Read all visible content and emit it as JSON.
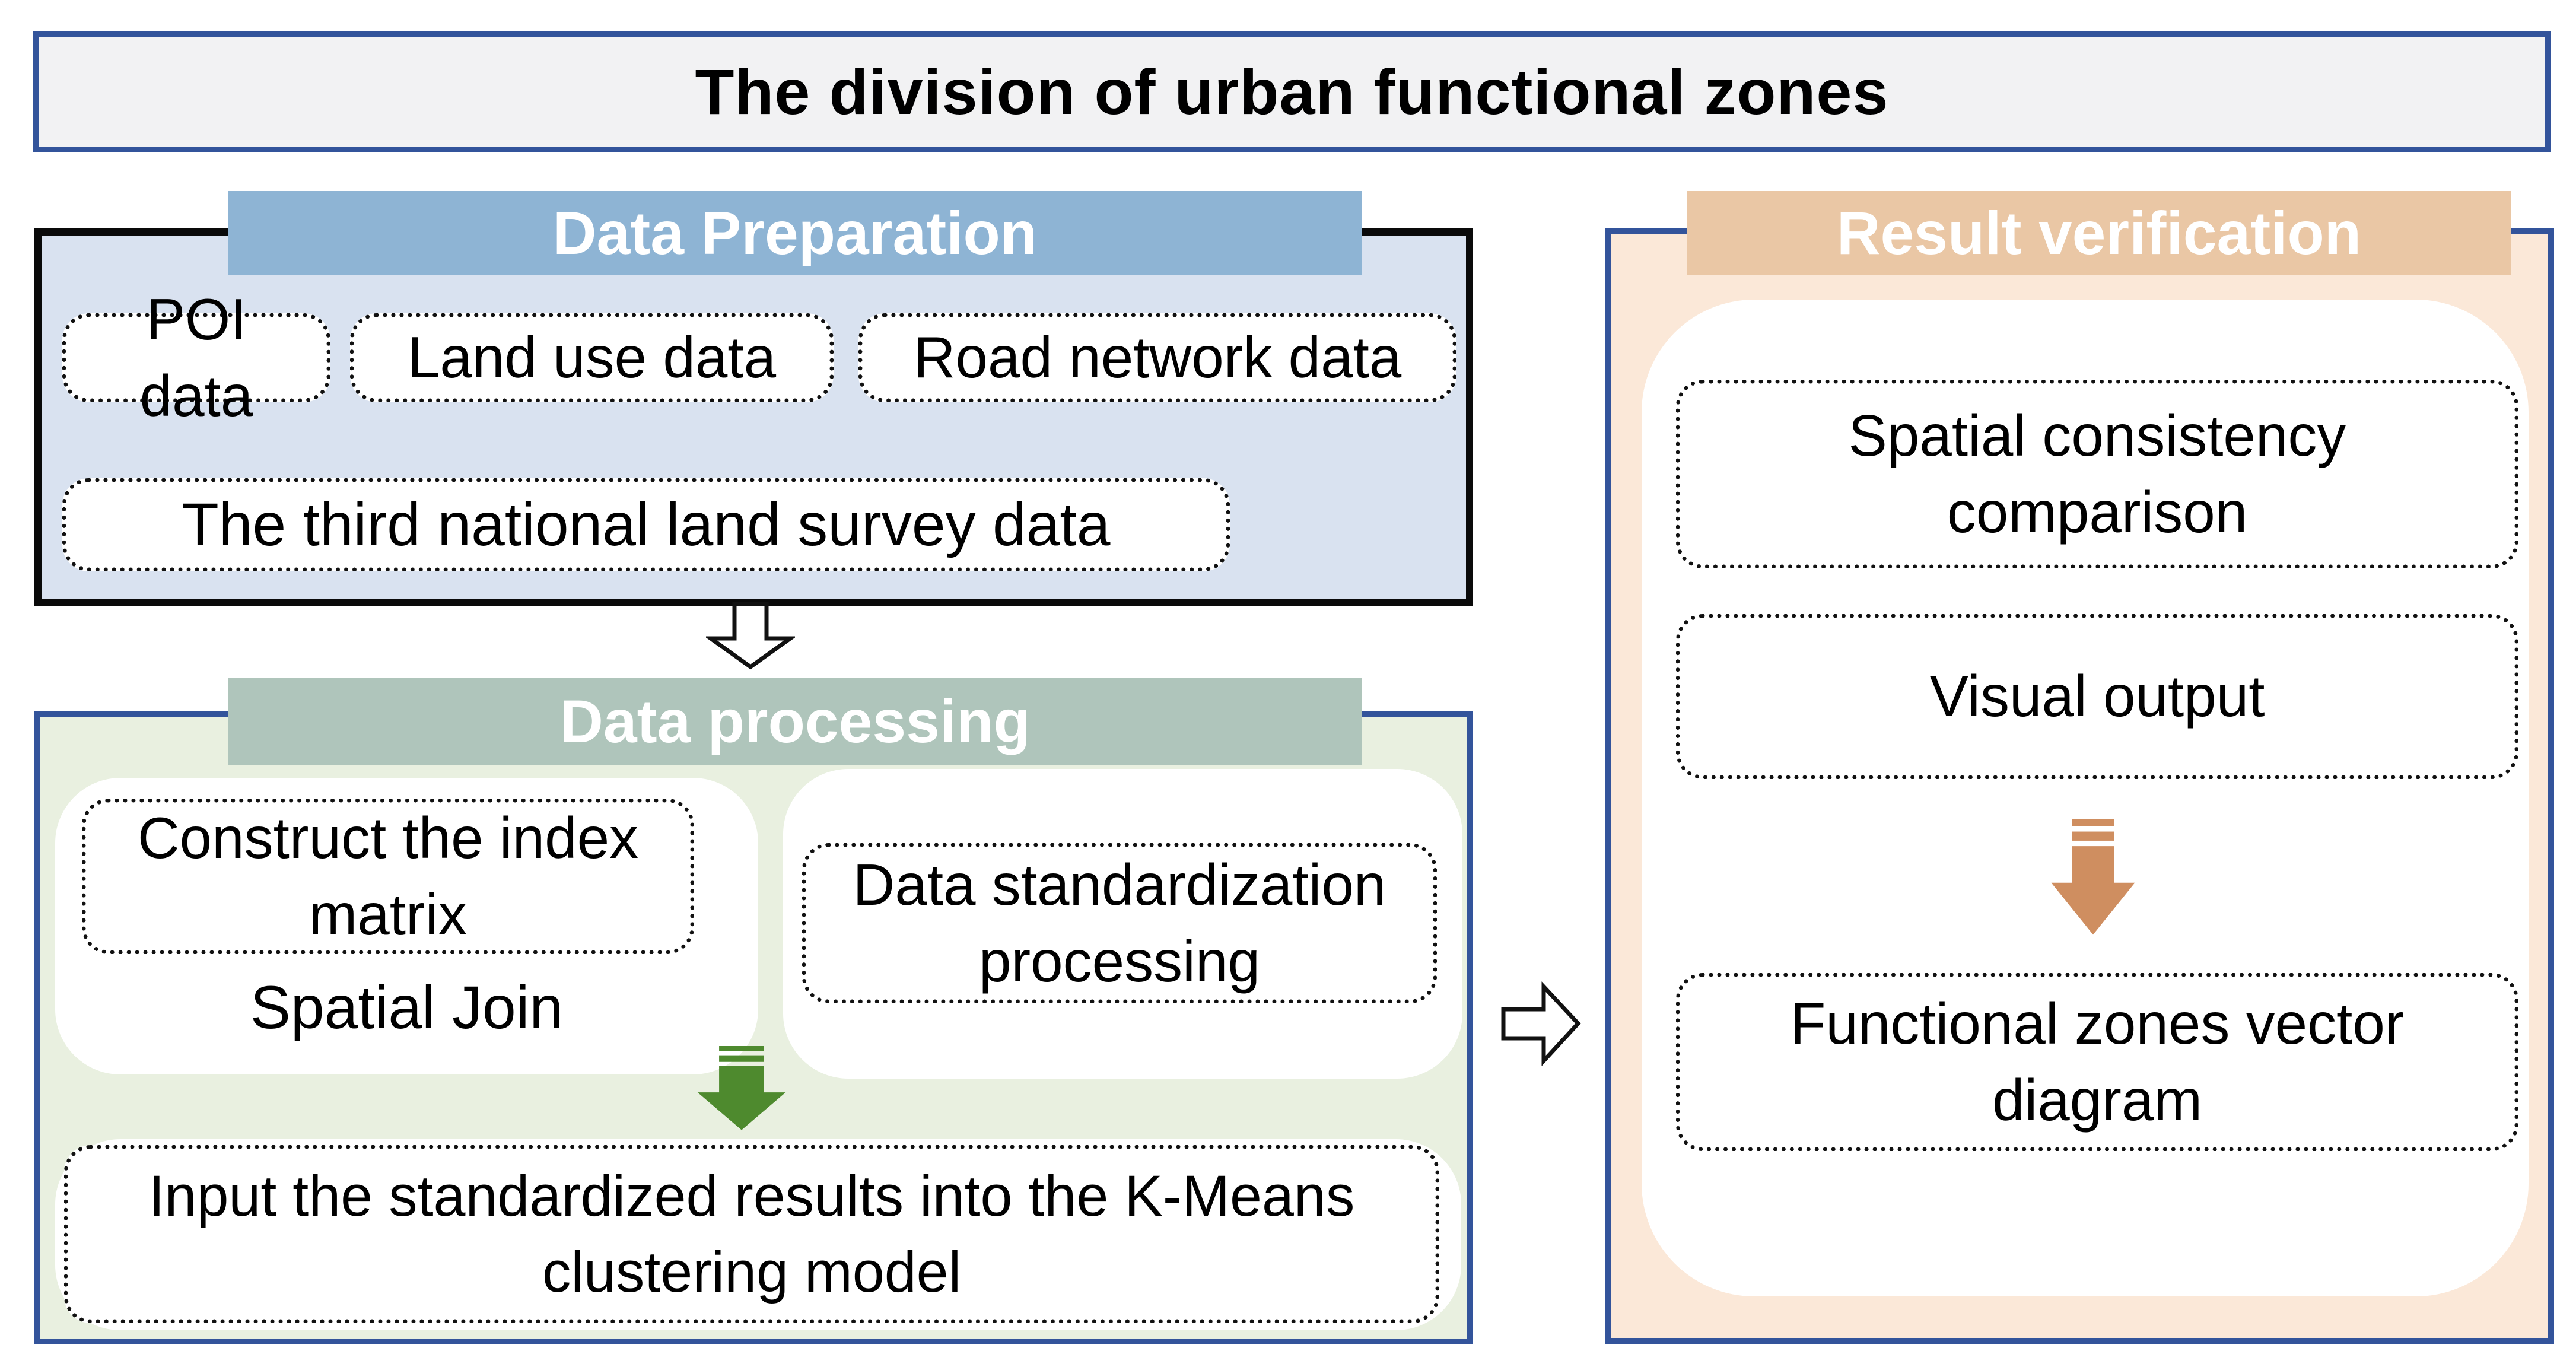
{
  "title": "The division of urban functional zones",
  "data_preparation": {
    "header": "Data Preparation",
    "items": [
      "POI data",
      "Land use data",
      "Road network data"
    ],
    "wide_item": "The third national land survey data"
  },
  "data_processing": {
    "header": "Data processing",
    "index_matrix": "Construct the index matrix",
    "spatial_join": "Spatial Join",
    "standardization": "Data standardization processing",
    "kmeans": "Input the standardized results into the K-Means clustering model"
  },
  "result_verification": {
    "header": "Result verification",
    "spatial_consistency": "Spatial consistency comparison",
    "visual_output": "Visual output",
    "functional_zones": "Functional zones vector diagram"
  },
  "icons": {
    "down_arrow": "hollow-down-arrow",
    "right_arrow": "hollow-right-arrow",
    "green_arrow": "striped-down-arrow",
    "tan_arrow": "striped-down-arrow"
  },
  "colors": {
    "border_blue": "#33549B",
    "border_black": "#0A0A0A",
    "title_bg": "#F2F2F3",
    "prep_header_bg": "#8EB4D4",
    "prep_box_bg": "#D9E2F0",
    "proc_header_bg": "#AFC5BB",
    "proc_box_bg": "#E9F0E0",
    "verif_header_bg": "#EAC7A5",
    "verif_box_bg": "#FBE8D8",
    "green_arrow": "#4E8A2E",
    "tan_arrow": "#CF8E60"
  }
}
